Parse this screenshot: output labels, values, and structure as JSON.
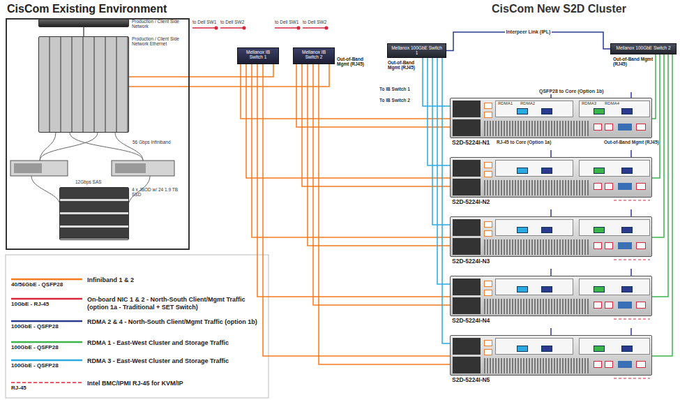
{
  "diagram": {
    "nodes": [
      {
        "text": [
          "CisCom Existing Environment"
        ]
      },
      {
        "text": [
          "Production / Client Side Network"
        ],
        "in": 0
      },
      {
        "text": [
          "Production / Client Side Network Ethernet"
        ],
        "in": 0
      },
      {
        "text": [
          "4 x JBOD w/ 24 1.9 TB SSD"
        ],
        "in": 0
      },
      {
        "text": [
          "Mellanox IB Switch 1"
        ]
      },
      {
        "text": [
          "Mellanox IB Switch 2",
          "Out-of-Band Mgmt (RJ45)"
        ]
      },
      {
        "text": [
          "Mellanox 100GbE Switch 1",
          "Out-of-Band Mgmt (RJ45)"
        ]
      },
      {
        "text": [
          "Mellanox 100GbE Switch 2",
          "Out-of-Band Mgmt (RJ45)"
        ]
      },
      {
        "text": [
          "S2D-5224I-N1"
        ]
      },
      {
        "text": [
          "S2D-5224I-N2"
        ]
      },
      {
        "text": [
          "S2D-5224I-N3"
        ]
      },
      {
        "text": [
          "S2D-5224I-N4"
        ]
      },
      {
        "text": [
          "S2D-5224I-N5"
        ]
      }
    ],
    "edges": [
      {
        "from": 1,
        "to": 2,
        "arrow": "none"
      },
      {
        "from": 2,
        "to": 4,
        "arrow": "none"
      },
      {
        "from": 2,
        "to": 5,
        "arrow": "none"
      },
      {
        "from": 6,
        "to": 7,
        "label": "Interpeer Link (IPL)",
        "arrow": "none"
      },
      {
        "from": 4,
        "to": 8,
        "arrow": "none"
      },
      {
        "from": 4,
        "to": 9,
        "arrow": "none"
      },
      {
        "from": 4,
        "to": 10,
        "arrow": "none"
      },
      {
        "from": 4,
        "to": 11,
        "arrow": "none"
      },
      {
        "from": 4,
        "to": 12,
        "arrow": "none"
      },
      {
        "from": 5,
        "to": 8,
        "arrow": "none"
      },
      {
        "from": 5,
        "to": 9,
        "arrow": "none"
      },
      {
        "from": 5,
        "to": 10,
        "arrow": "none"
      },
      {
        "from": 5,
        "to": 11,
        "arrow": "none"
      },
      {
        "from": 5,
        "to": 12,
        "arrow": "none"
      },
      {
        "from": 6,
        "to": 8,
        "arrow": "none"
      },
      {
        "from": 6,
        "to": 9,
        "arrow": "none"
      },
      {
        "from": 6,
        "to": 10,
        "arrow": "none"
      },
      {
        "from": 6,
        "to": 11,
        "arrow": "none"
      },
      {
        "from": 6,
        "to": 12,
        "arrow": "none"
      },
      {
        "from": 7,
        "to": 8,
        "arrow": "none"
      },
      {
        "from": 7,
        "to": 9,
        "arrow": "none"
      },
      {
        "from": 7,
        "to": 10,
        "arrow": "none"
      },
      {
        "from": 7,
        "to": 11,
        "arrow": "none"
      },
      {
        "from": 7,
        "to": 12,
        "arrow": "none"
      }
    ],
    "labels": [
      "CisCom New S2D Cluster",
      "56 Gbps Infiniband",
      "12Gbps SAS",
      "to Dell SW1",
      "to Dell SW2",
      "to Dell SW1",
      "to Dell SW2",
      "To IB Switch 1",
      "To IB Switch 2",
      "QSFP28 to Core (Option 1b)",
      "RDMA1",
      "RDMA2",
      "RDMA3",
      "RDMA4",
      "RJ-45 to Core (Option 1a)",
      "Out-of-Band Mgmt (RJ45)",
      "40/56GbE - QSFP28",
      "10GbE - RJ-45",
      "100GbE - QSFP28",
      "100GbE - QSFP28",
      "100GbE - QSFP28",
      "RJ-45"
    ],
    "legend": [
      {
        "text": "Infiniband 1 & 2"
      },
      {
        "text": "On-board NIC 1 & 2 - North-South Client/Mgmt Traffic (option 1a - Traditional + SET Switch)"
      },
      {
        "text": "RDMA 2 & 4 - North-South Client/Mgmt Traffic (option 1b)"
      },
      {
        "text": "RDMA 1 - East-West Cluster and Storage Traffic"
      },
      {
        "text": "RDMA 3 - East-West Cluster and Storage Traffic"
      },
      {
        "text": "Intel BMC/IPMI RJ-45 for KVM/IP"
      }
    ]
  }
}
